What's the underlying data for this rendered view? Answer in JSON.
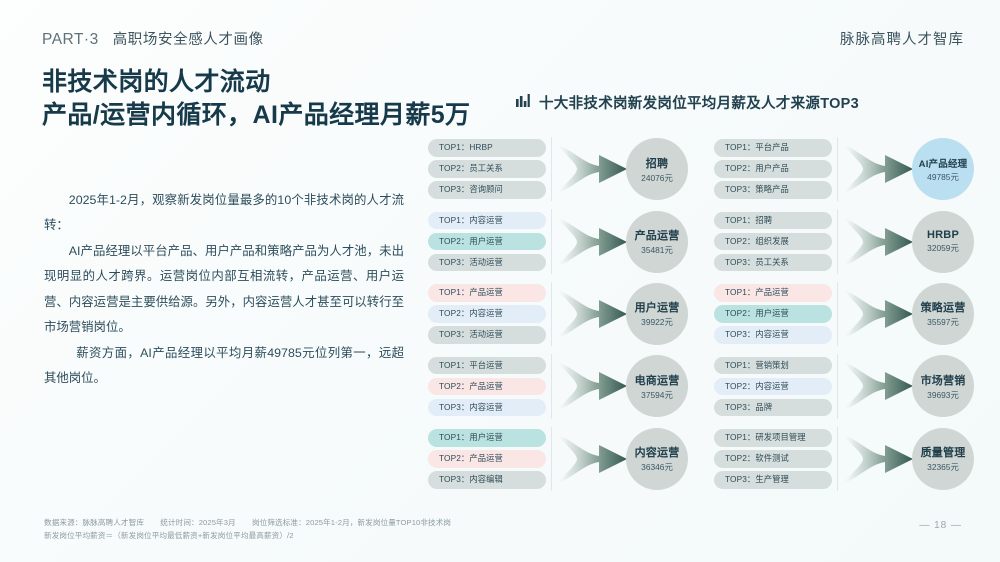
{
  "header": {
    "part_label": "PART·3",
    "part_topic": "高职场安全感人才画像",
    "brand": "脉脉高聘人才智库"
  },
  "title": {
    "line1": "非技术岗的人才流动",
    "line2": "产品/运营内循环，AI产品经理月薪5万"
  },
  "chart_heading": {
    "icon": "bar-chart-icon",
    "text": "十大非技术岗新发岗位平均月薪及人才来源TOP3"
  },
  "body_copy": {
    "p1": "2025年1-2月，观察新发岗位量最多的10个非技术岗的人才流转：",
    "p2": "AI产品经理以平台产品、用户产品和策略产品为人才池，未出现明显的人才跨界。运营岗位内部互相流转，产品运营、用户运营、内容运营是主要供给源。另外，内容运营人才甚至可以转行至市场营销岗位。",
    "p3": "薪资方面，AI产品经理以平均月薪49785元位列第一，远超其他岗位。"
  },
  "chart_data": {
    "type": "diagram",
    "title": "十大非技术岗新发岗位平均月薪及人才来源TOP3",
    "unit": "元",
    "value_label": "新发岗位平均月薪",
    "source_label": "人才来源TOP3",
    "columns": [
      {
        "name": "left",
        "groups": [
          {
            "target": "招聘",
            "value": 24076,
            "value_text": "24076元",
            "accent": false,
            "sources": [
              {
                "rank": "TOP1",
                "label": "HRBP",
                "color": "gray"
              },
              {
                "rank": "TOP2",
                "label": "员工关系",
                "color": "gray"
              },
              {
                "rank": "TOP3",
                "label": "咨询顾问",
                "color": "gray"
              }
            ]
          },
          {
            "target": "产品运营",
            "value": 35481,
            "value_text": "35481元",
            "accent": false,
            "sources": [
              {
                "rank": "TOP1",
                "label": "内容运营",
                "color": "blue"
              },
              {
                "rank": "TOP2",
                "label": "用户运营",
                "color": "teal"
              },
              {
                "rank": "TOP3",
                "label": "活动运营",
                "color": "gray"
              }
            ]
          },
          {
            "target": "用户运营",
            "value": 39922,
            "value_text": "39922元",
            "accent": false,
            "sources": [
              {
                "rank": "TOP1",
                "label": "产品运营",
                "color": "pink"
              },
              {
                "rank": "TOP2",
                "label": "内容运营",
                "color": "blue"
              },
              {
                "rank": "TOP3",
                "label": "活动运营",
                "color": "gray"
              }
            ]
          },
          {
            "target": "电商运营",
            "value": 37594,
            "value_text": "37594元",
            "accent": false,
            "sources": [
              {
                "rank": "TOP1",
                "label": "平台运营",
                "color": "gray"
              },
              {
                "rank": "TOP2",
                "label": "产品运营",
                "color": "pink"
              },
              {
                "rank": "TOP3",
                "label": "内容运营",
                "color": "blue"
              }
            ]
          },
          {
            "target": "内容运营",
            "value": 36346,
            "value_text": "36346元",
            "accent": false,
            "sources": [
              {
                "rank": "TOP1",
                "label": "用户运营",
                "color": "teal"
              },
              {
                "rank": "TOP2",
                "label": "产品运营",
                "color": "pink"
              },
              {
                "rank": "TOP3",
                "label": "内容编辑",
                "color": "gray"
              }
            ]
          }
        ]
      },
      {
        "name": "right",
        "groups": [
          {
            "target": "AI产品经理",
            "value": 49785,
            "value_text": "49785元",
            "accent": true,
            "sources": [
              {
                "rank": "TOP1",
                "label": "平台产品",
                "color": "gray"
              },
              {
                "rank": "TOP2",
                "label": "用户产品",
                "color": "gray"
              },
              {
                "rank": "TOP3",
                "label": "策略产品",
                "color": "gray"
              }
            ]
          },
          {
            "target": "HRBP",
            "value": 32059,
            "value_text": "32059元",
            "accent": false,
            "sources": [
              {
                "rank": "TOP1",
                "label": "招聘",
                "color": "gray"
              },
              {
                "rank": "TOP2",
                "label": "组织发展",
                "color": "gray"
              },
              {
                "rank": "TOP3",
                "label": "员工关系",
                "color": "gray"
              }
            ]
          },
          {
            "target": "策略运营",
            "value": 35597,
            "value_text": "35597元",
            "accent": false,
            "sources": [
              {
                "rank": "TOP1",
                "label": "产品运营",
                "color": "pink"
              },
              {
                "rank": "TOP2",
                "label": "用户运营",
                "color": "teal"
              },
              {
                "rank": "TOP3",
                "label": "内容运营",
                "color": "blue"
              }
            ]
          },
          {
            "target": "市场营销",
            "value": 39693,
            "value_text": "39693元",
            "accent": false,
            "sources": [
              {
                "rank": "TOP1",
                "label": "营销策划",
                "color": "gray"
              },
              {
                "rank": "TOP2",
                "label": "内容运营",
                "color": "blue"
              },
              {
                "rank": "TOP3",
                "label": "品牌",
                "color": "gray"
              }
            ]
          },
          {
            "target": "质量管理",
            "value": 32365,
            "value_text": "32365元",
            "accent": false,
            "sources": [
              {
                "rank": "TOP1",
                "label": "研发项目管理",
                "color": "gray"
              },
              {
                "rank": "TOP2",
                "label": "软件测试",
                "color": "gray"
              },
              {
                "rank": "TOP3",
                "label": "生产管理",
                "color": "gray"
              }
            ]
          }
        ]
      }
    ]
  },
  "footer": {
    "source": "数据来源：脉脉高聘人才智库",
    "stat_time": "统计时间：2025年3月",
    "criteria": "岗位筛选标准：2025年1-2月，新发岗位量TOP10非技术岗",
    "formula": "新发岗位平均薪资＝（新发岗位平均最低薪资+新发岗位平均最高薪资）/2",
    "page_number": "— 18 —"
  },
  "colors": {
    "title": "#173a4a",
    "accent_circle": "#b9dff0",
    "default_circle": "#cfd6d4",
    "pill_gray": "#d5dedc",
    "pill_teal": "#b9e2e0",
    "pill_pink": "#f9e6e5",
    "pill_blue": "#e3edf8",
    "arrow_dark": "#33584f"
  }
}
